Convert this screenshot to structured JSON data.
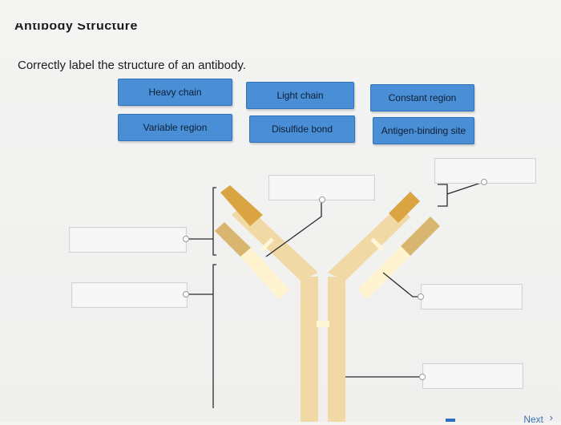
{
  "page": {
    "title": "Antibody Structure",
    "instruction": "Correctly label the structure of an antibody.",
    "next_label": "Next"
  },
  "labels": [
    {
      "text": "Heavy chain"
    },
    {
      "text": "Light chain"
    },
    {
      "text": "Constant region"
    },
    {
      "text": "Variable region"
    },
    {
      "text": "Disulfide bond"
    },
    {
      "text": "Antigen-binding site"
    }
  ],
  "drop_targets": [
    {
      "value": ""
    },
    {
      "value": ""
    },
    {
      "value": ""
    },
    {
      "value": ""
    },
    {
      "value": ""
    },
    {
      "value": ""
    }
  ],
  "colors": {
    "chip": "#4a8fd6",
    "heavy_chain": "#f0d9a4",
    "heavy_chain_variable": "#d9a441",
    "light_chain": "#fff3d0",
    "light_chain_variable": "#d8b670",
    "disulfide": "#fff6d8"
  }
}
